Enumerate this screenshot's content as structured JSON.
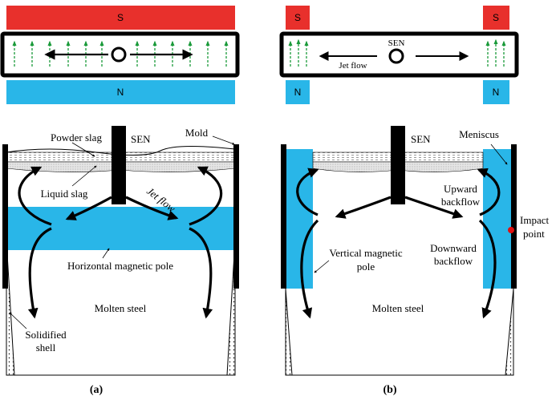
{
  "panel_a": {
    "magnet_top": "S",
    "magnet_bottom": "N",
    "labels": {
      "powder_slag": "Powder slag",
      "sen": "SEN",
      "mold": "Mold",
      "liquid_slag": "Liquid slag",
      "jet_flow": "Jet flow",
      "horizontal_pole": "Horizontal magnetic pole",
      "molten_steel": "Molten  steel",
      "solidified_1": "Solidified",
      "solidified_2": "shell"
    },
    "caption": "(a)"
  },
  "panel_b": {
    "magnet_top_left": "S",
    "magnet_top_right": "S",
    "magnet_bottom_left": "N",
    "magnet_bottom_right": "N",
    "labels": {
      "sen_top": "SEN",
      "jet_flow": "Jet flow",
      "sen": "SEN",
      "meniscus": "Meniscus",
      "upward_1": "Upward",
      "upward_2": "backflow",
      "impact_1": "Impact",
      "impact_2": "point",
      "vertical_1": "Vertical magnetic",
      "vertical_2": "pole",
      "downward_1": "Downward",
      "downward_2": "backflow",
      "molten_steel": "Molten  steel"
    },
    "caption": "(b)"
  },
  "colors": {
    "magnet_s": "#e8302c",
    "magnet_n": "#29b6e8",
    "field_arrows": "#1a9a3a",
    "impact_point": "#e01010"
  }
}
